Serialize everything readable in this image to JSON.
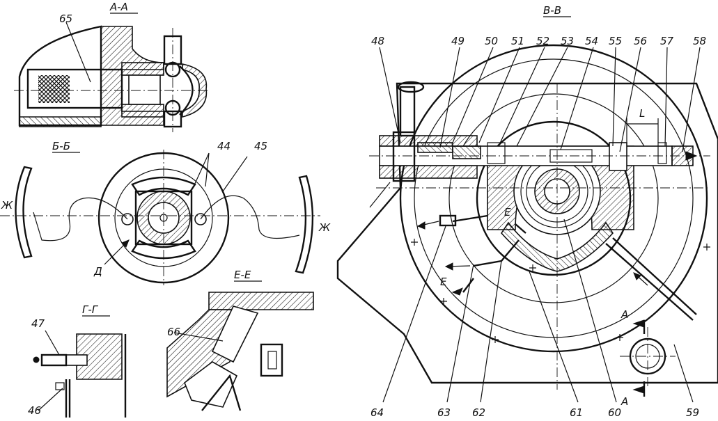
{
  "sections": {
    "a": "А-А",
    "b": "Б-Б",
    "v": "В-В",
    "g": "Г-Г",
    "e": "Е-Е"
  },
  "callouts": {
    "n44": "44",
    "n45": "45",
    "n46": "46",
    "n47": "47",
    "n48": "48",
    "n49": "49",
    "n50": "50",
    "n51": "51",
    "n52": "52",
    "n53": "53",
    "n54": "54",
    "n55": "55",
    "n56": "56",
    "n57": "57",
    "n58": "58",
    "n59": "59",
    "n60": "60",
    "n61": "61",
    "n62": "62",
    "n63": "63",
    "n64": "64",
    "n65": "65",
    "n66": "66"
  },
  "marks": {
    "zh_left": "Ж",
    "zh_right": "Ж",
    "d": "Д",
    "e_upper": "Е",
    "e_lower": "Е",
    "a_upper": "А",
    "a_lower": "А",
    "dim_l": "L"
  }
}
